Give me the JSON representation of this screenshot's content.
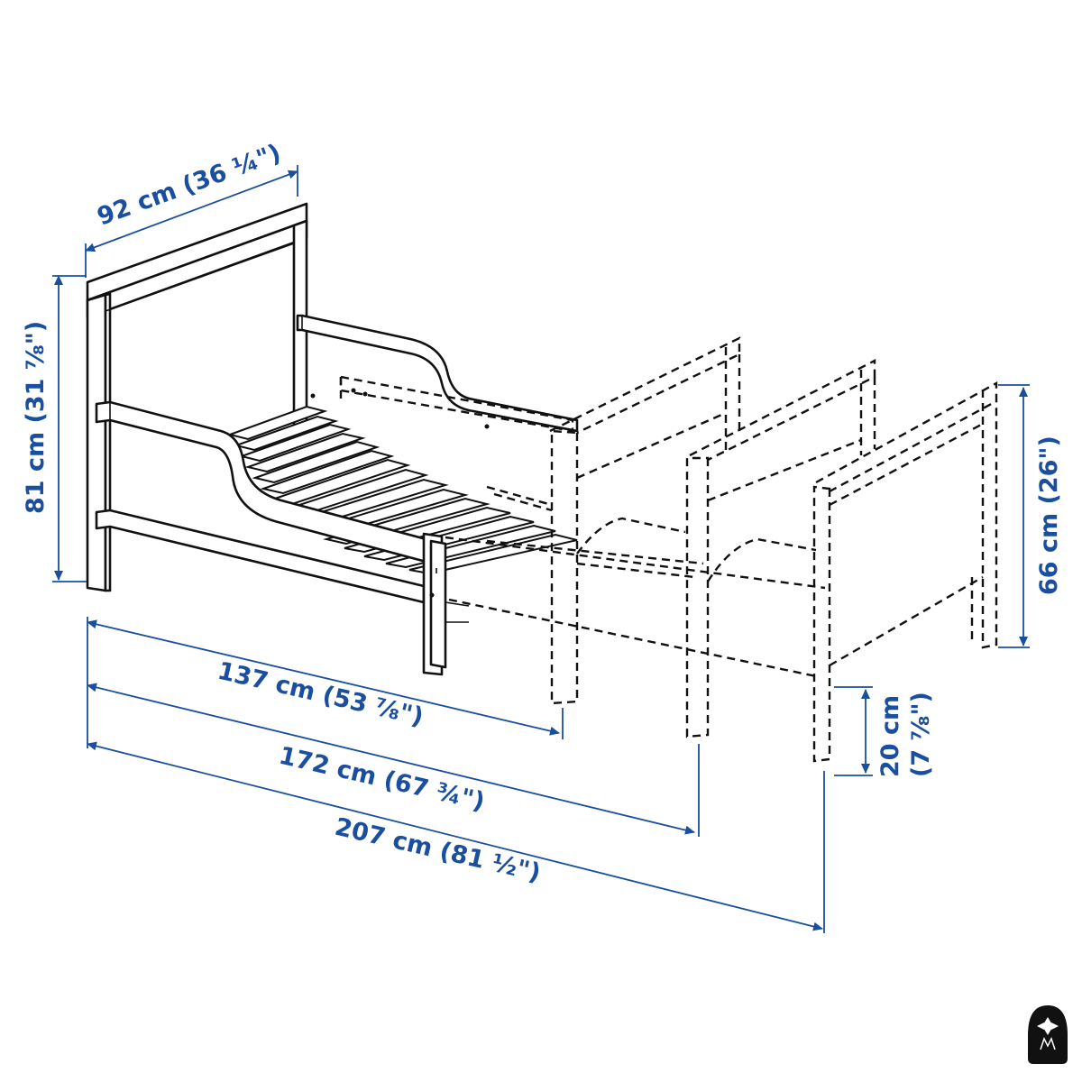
{
  "dimensions": {
    "width": "92 cm (36 ¼\")",
    "height": "81 cm (31 ⅞\")",
    "length_short": "137 cm (53 ⅞\")",
    "length_mid": "172 cm (67 ¾\")",
    "length_long": "207 cm (81 ½\")",
    "footboard_height": "66 cm (26\")",
    "leg_height_cm": "20 cm",
    "leg_height_in": "(7 ⅞\")"
  },
  "colors": {
    "dimension": "#1a4fa0",
    "outline": "#111111"
  },
  "icons": {
    "brand_badge": "logo-badge-icon"
  }
}
